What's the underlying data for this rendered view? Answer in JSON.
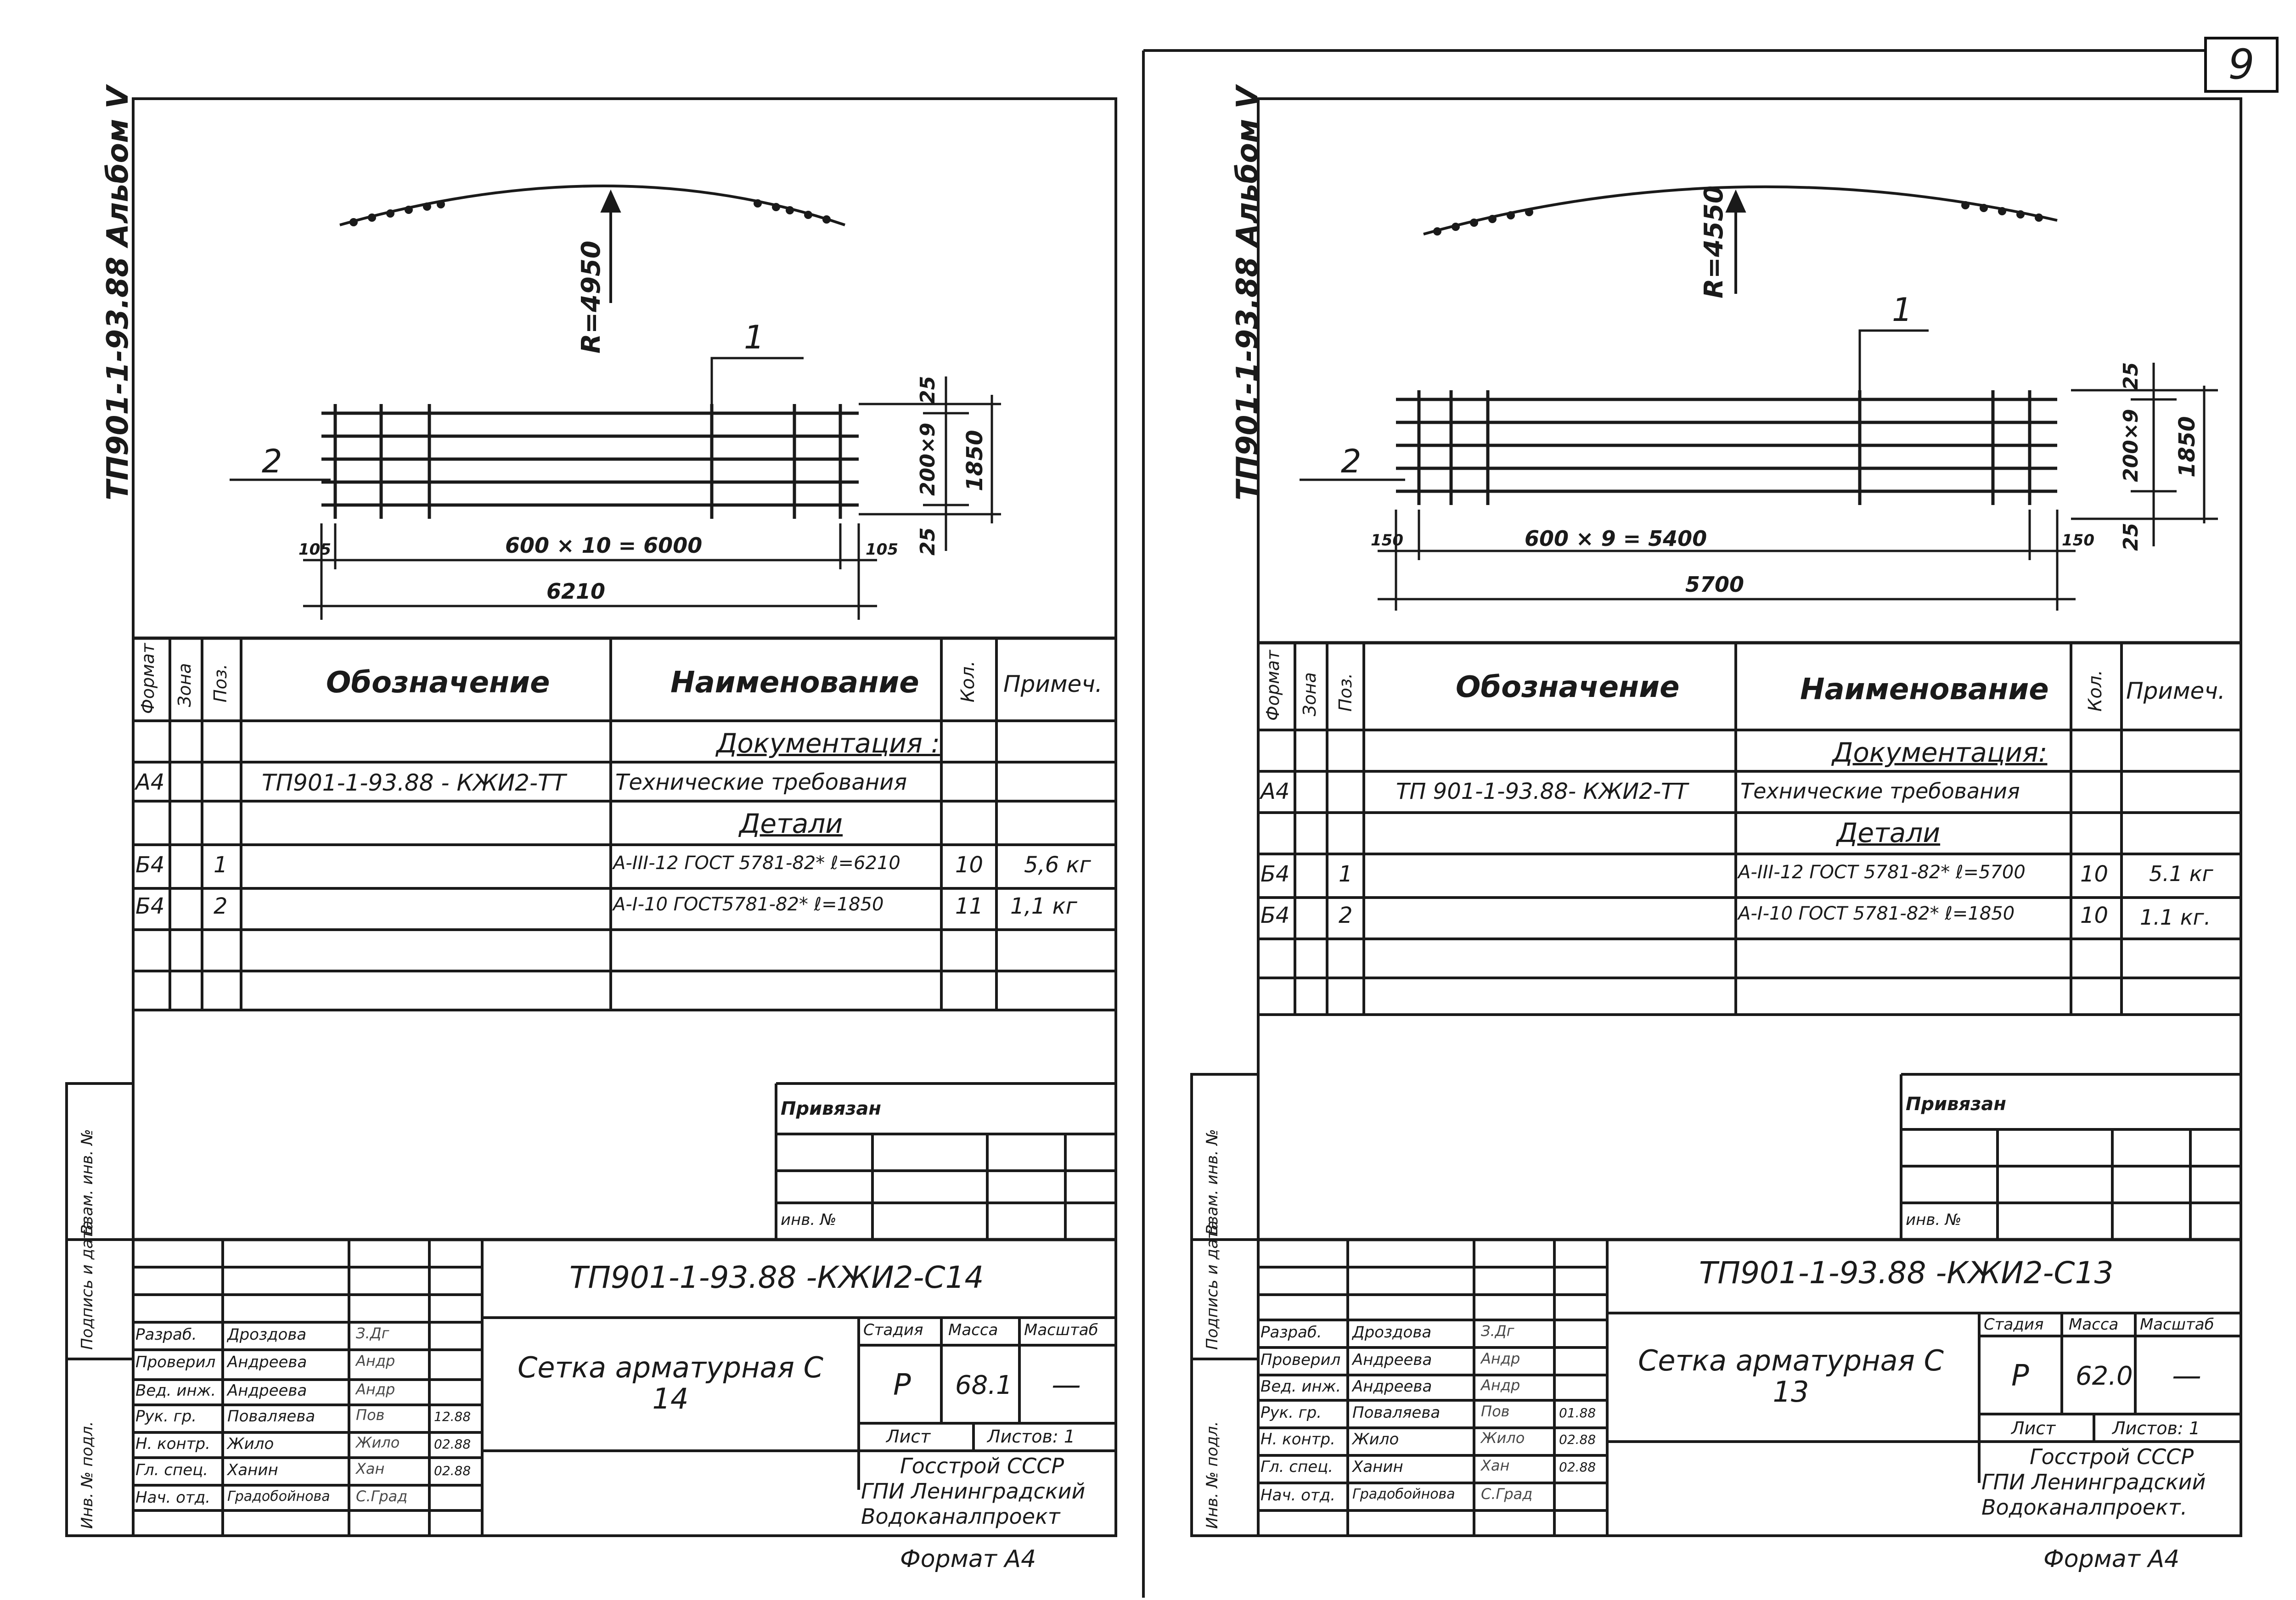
{
  "page_number": "9",
  "sheets": [
    {
      "side_code": "ТП901-1-93.88  Альбом V",
      "radius_label": "R=4950",
      "callout_1": "1",
      "callout_2": "2",
      "dim_25_top": "25",
      "dim_200x9": "200×9",
      "dim_1850": "1850",
      "dim_25_bottom": "25",
      "dim_offset_left": "105",
      "dim_offset_right": "105",
      "dim_spacing": "600 × 10 = 6000",
      "dim_total": "6210",
      "spec_headers": {
        "format": "Формат",
        "zone": "Зона",
        "pos": "Поз.",
        "designation": "Обозначение",
        "name": "Наименование",
        "qty": "Кол.",
        "note": "Примеч."
      },
      "section_docs": "Документация :",
      "row_doc": {
        "format": "А4",
        "designation": "ТП901-1-93.88 - КЖИ2-ТТ",
        "name": "Технические требования"
      },
      "section_parts": "Детали",
      "rows": [
        {
          "format": "Б4",
          "pos": "1",
          "name": "А-III-12 ГОСТ 5781-82* ℓ=6210",
          "qty": "10",
          "note": "5,6 кг"
        },
        {
          "format": "Б4",
          "pos": "2",
          "name": "А-I-10 ГОСТ5781-82* ℓ=1850",
          "qty": "11",
          "note": "1,1 кг"
        }
      ],
      "privyazan": "Привязан",
      "inv_no": "инв. №",
      "doc_code": "ТП901-1-93.88 -КЖИ2-С14",
      "title": "Сетка арматурная С 14",
      "stage_label": "Стадия",
      "mass_label": "Масса",
      "scale_label": "Масштаб",
      "stage": "Р",
      "mass": "68.1",
      "scale": "—",
      "sheet_label": "Лист",
      "sheets_label": "Листов: 1",
      "org": [
        "Госстрой СССР",
        "ГПИ Ленинградский",
        "Водоканалпроект"
      ],
      "staff": [
        {
          "role": "Разраб.",
          "name": "Дроздова",
          "sign": "З.Дг",
          "date": ""
        },
        {
          "role": "Проверил",
          "name": "Андреева",
          "sign": "Андр",
          "date": ""
        },
        {
          "role": "Вед. инж.",
          "name": "Андреева",
          "sign": "Андр",
          "date": ""
        },
        {
          "role": "Рук. гр.",
          "name": "Поваляева",
          "sign": "Пов",
          "date": "12.88"
        },
        {
          "role": "Н. контр.",
          "name": "Жило",
          "sign": "Жило",
          "date": "02.88"
        },
        {
          "role": "Гл. спец.",
          "name": "Ханин",
          "sign": "Хан",
          "date": "02.88"
        },
        {
          "role": "Нач. отд.",
          "name": "Градобойнова",
          "sign": "С.Град",
          "date": ""
        }
      ],
      "left_strip": [
        "Инв. № подл.",
        "Подпись и дата",
        "Взам. инв. №"
      ],
      "format_label": "Формат А4"
    },
    {
      "side_code": "ТП901-1-93.88  Альбом V",
      "radius_label": "R=4550",
      "callout_1": "1",
      "callout_2": "2",
      "dim_25_top": "25",
      "dim_200x9": "200×9",
      "dim_1850": "1850",
      "dim_25_bottom": "25",
      "dim_offset_left": "150",
      "dim_offset_right": "150",
      "dim_spacing": "600 × 9 = 5400",
      "dim_total": "5700",
      "spec_headers": {
        "format": "Формат",
        "zone": "Зона",
        "pos": "Поз.",
        "designation": "Обозначение",
        "name": "Наименование",
        "qty": "Кол.",
        "note": "Примеч."
      },
      "section_docs": "Документация:",
      "row_doc": {
        "format": "А4",
        "designation": "ТП 901-1-93.88- КЖИ2-ТТ",
        "name": "Технические требования"
      },
      "section_parts": "Детали",
      "rows": [
        {
          "format": "Б4",
          "pos": "1",
          "name": "А-III-12 ГОСТ 5781-82* ℓ=5700",
          "qty": "10",
          "note": "5.1 кг"
        },
        {
          "format": "Б4",
          "pos": "2",
          "name": "А-I-10 ГОСТ 5781-82* ℓ=1850",
          "qty": "10",
          "note": "1.1 кг."
        }
      ],
      "privyazan": "Привязан",
      "inv_no": "инв. №",
      "doc_code": "ТП901-1-93.88 -КЖИ2-С13",
      "title": "Сетка арматурная С 13",
      "stage_label": "Стадия",
      "mass_label": "Масса",
      "scale_label": "Масштаб",
      "stage": "Р",
      "mass": "62.0",
      "scale": "—",
      "sheet_label": "Лист",
      "sheets_label": "Листов: 1",
      "org": [
        "Госстрой СССР",
        "ГПИ Ленинградский",
        "Водоканалпроект."
      ],
      "staff": [
        {
          "role": "Разраб.",
          "name": "Дроздова",
          "sign": "З.Дг",
          "date": ""
        },
        {
          "role": "Проверил",
          "name": "Андреева",
          "sign": "Андр",
          "date": ""
        },
        {
          "role": "Вед. инж.",
          "name": "Андреева",
          "sign": "Андр",
          "date": ""
        },
        {
          "role": "Рук. гр.",
          "name": "Поваляева",
          "sign": "Пов",
          "date": "01.88"
        },
        {
          "role": "Н. контр.",
          "name": "Жило",
          "sign": "Жило",
          "date": "02.88"
        },
        {
          "role": "Гл. спец.",
          "name": "Ханин",
          "sign": "Хан",
          "date": "02.88"
        },
        {
          "role": "Нач. отд.",
          "name": "Градобойнова",
          "sign": "С.Град",
          "date": ""
        }
      ],
      "left_strip": [
        "Инв. № подл.",
        "Подпись и дата",
        "Взам. инв. №"
      ],
      "format_label": "Формат А4"
    }
  ]
}
